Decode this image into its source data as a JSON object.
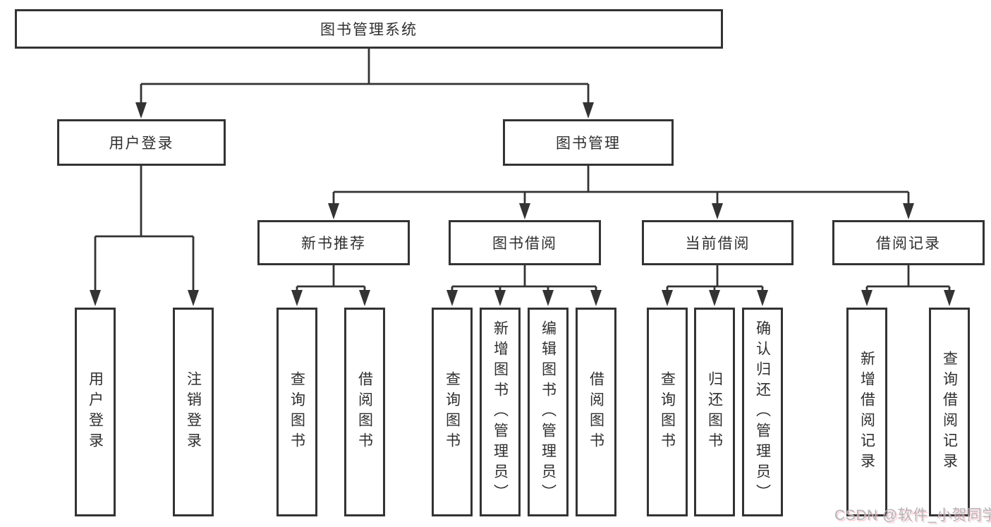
{
  "nodes": {
    "root": "图书管理系统",
    "user_login": "用户登录",
    "book_mgmt": "图书管理",
    "new_book_rec": "新书推荐",
    "book_borrow": "图书借阅",
    "current_borrow": "当前借阅",
    "borrow_records": "借阅记录",
    "leaf_user_login": "用户登录",
    "leaf_logout": "注销登录",
    "leaf_rec_query_book": "查询图书",
    "leaf_rec_borrow_book": "借阅图书",
    "leaf_bb_query_book": "查询图书",
    "leaf_bb_add_book": "新增图书（管理员）",
    "leaf_bb_edit_book": "编辑图书（管理员）",
    "leaf_bb_borrow_book": "借阅图书",
    "leaf_cb_query_book": "查询图书",
    "leaf_cb_return_book": "归还图书",
    "leaf_cb_confirm_return": "确认归还（管理员）",
    "leaf_br_add_record": "新增借阅记录",
    "leaf_br_query_record": "查询借阅记录"
  },
  "watermark": {
    "text": "CSDN @软件_小贺同学"
  },
  "colors": {
    "line": "#333333",
    "box_border": "#333333",
    "text": "#2f2f2f",
    "background": "#ffffff",
    "watermark": "#b4b4b8"
  }
}
